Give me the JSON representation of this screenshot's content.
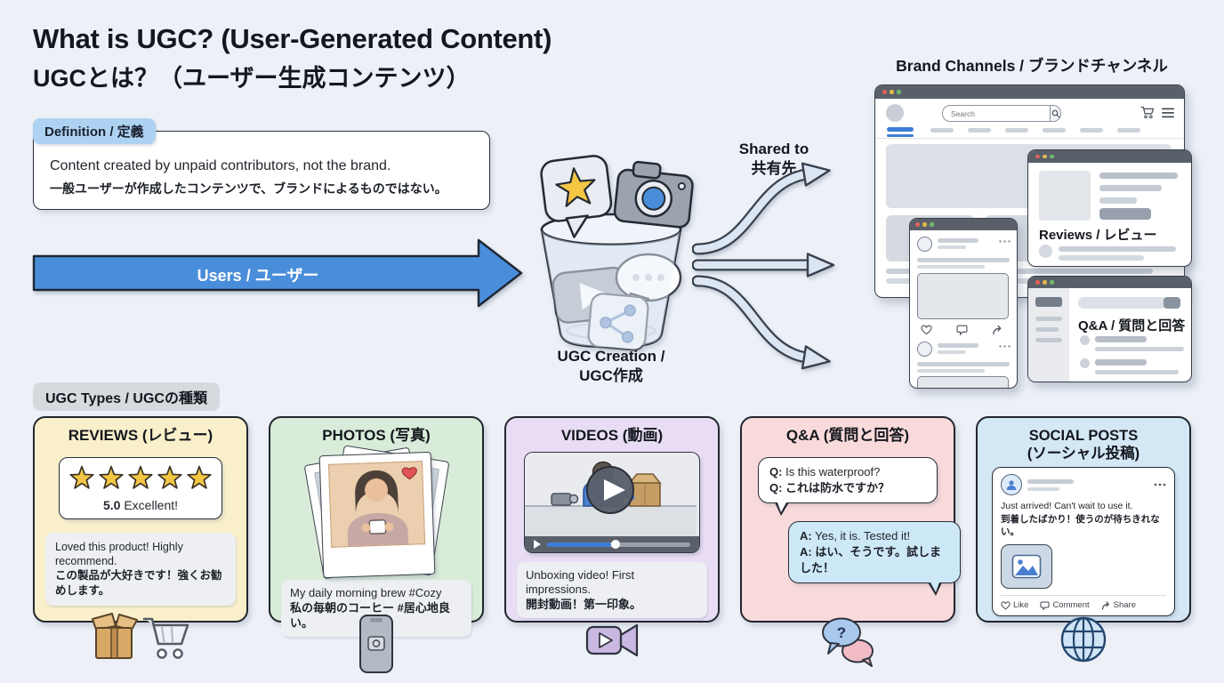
{
  "header": {
    "title_en": "What is UGC? (User-Generated Content)",
    "title_ja": "UGCとは？（ユーザー生成コンテンツ）"
  },
  "definition": {
    "label": "Definition / 定義",
    "text_en": "Content created by unpaid contributors, not the brand.",
    "text_ja": "一般ユーザーが作成したコンテンツで、ブランドによるものではない。"
  },
  "flow": {
    "users_arrow_label": "Users / ユーザー",
    "creation_line1": "UGC Creation /",
    "creation_line2": "UGC作成",
    "shared_line1": "Shared to",
    "shared_line2": "共有先"
  },
  "brand_channels": {
    "label": "Brand Channels / ブランドチャンネル",
    "search_placeholder": "Search",
    "reviews_window_label": "Reviews / レビュー",
    "qa_window_label": "Q&A / 質問と回答"
  },
  "ugc_types": {
    "label": "UGC Types / UGCの種類",
    "cards": [
      {
        "title": "REVIEWS (レビュー)",
        "rating_value": "5.0",
        "rating_text": "Excellent!",
        "review_en": "Loved this product! Highly recommend.",
        "review_ja": "この製品が大好きです！強くお勧めします。"
      },
      {
        "title": "PHOTOS (写真)",
        "caption_en": "My daily morning brew #Cozy",
        "caption_ja": "私の毎朝のコーヒー #居心地良い。"
      },
      {
        "title": "VIDEOS (動画)",
        "caption_en": "Unboxing video! First impressions.",
        "caption_ja": "開封動画！第一印象。"
      },
      {
        "title": "Q&A (質問と回答)",
        "q_prefix": "Q:",
        "q_en": "Is this waterproof?",
        "q_ja": "Q: これは防水ですか？",
        "a_prefix": "A:",
        "a_en": "Yes, it is. Tested it!",
        "a_ja": "A: はい、そうです。試しました！"
      },
      {
        "title_line1": "SOCIAL POSTS",
        "title_line2": "(ソーシャル投稿)",
        "post_en": "Just arrived! Can't wait to use it.",
        "post_ja": "到着したばかり！使うのが待ちきれない。",
        "action_like": "Like",
        "action_comment": "Comment",
        "action_share": "Share"
      }
    ]
  },
  "icons": {
    "question_mark": "?"
  },
  "colors": {
    "background": "#edf1f7",
    "ink": "#1b1f27",
    "accent_blue": "#4a8edb",
    "arrow_fill": "#dce6f3",
    "definition_tab": "#aed3f2",
    "label_chip": "#d6dade",
    "window_titlebar": "#59606a",
    "star_gold": "#f4c644",
    "card_reviews_bg": "#f9f0cb",
    "card_photos_bg": "#d9ecd9",
    "card_videos_bg": "#e8ddf4",
    "card_qa_bg": "#f9dada",
    "card_social_bg": "#d3e7f5"
  }
}
